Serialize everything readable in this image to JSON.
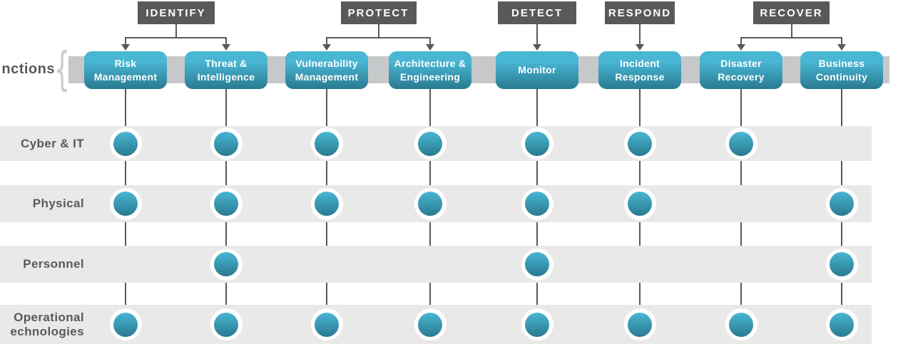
{
  "diagram": {
    "axis_label": "nctions",
    "axis_brace": "{",
    "phases": [
      {
        "label": "IDENTIFY",
        "columns": [
          0,
          1
        ]
      },
      {
        "label": "PROTECT",
        "columns": [
          2,
          3
        ]
      },
      {
        "label": "DETECT",
        "columns": [
          4
        ]
      },
      {
        "label": "RESPOND",
        "columns": [
          5
        ]
      },
      {
        "label": "RECOVER",
        "columns": [
          6,
          7
        ]
      }
    ],
    "functions": [
      {
        "label": "Risk\nManagement"
      },
      {
        "label": "Threat &\nIntelligence"
      },
      {
        "label": "Vulnerability\nManagement"
      },
      {
        "label": "Architecture &\nEngineering"
      },
      {
        "label": "Monitor"
      },
      {
        "label": "Incident\nResponse"
      },
      {
        "label": "Disaster\nRecovery"
      },
      {
        "label": "Business\nContinuity"
      }
    ],
    "rows": [
      {
        "label": "Cyber & IT",
        "dots": [
          1,
          1,
          1,
          1,
          1,
          1,
          1,
          0
        ]
      },
      {
        "label": "Physical",
        "dots": [
          1,
          1,
          1,
          1,
          1,
          1,
          0,
          1
        ]
      },
      {
        "label": "Personnel",
        "dots": [
          0,
          1,
          0,
          0,
          1,
          0,
          0,
          1
        ]
      },
      {
        "label": "Operational\nechnologies",
        "dots": [
          1,
          1,
          1,
          1,
          1,
          1,
          1,
          1
        ]
      }
    ],
    "colors": {
      "teal_top": "#49b6d3",
      "teal_bottom": "#297a90",
      "dark": "#58595b",
      "line": "#58595b",
      "band_behind": "#c7c8ca",
      "row_band": "#e9e9e9",
      "dot_ring": "#ffffff"
    }
  }
}
